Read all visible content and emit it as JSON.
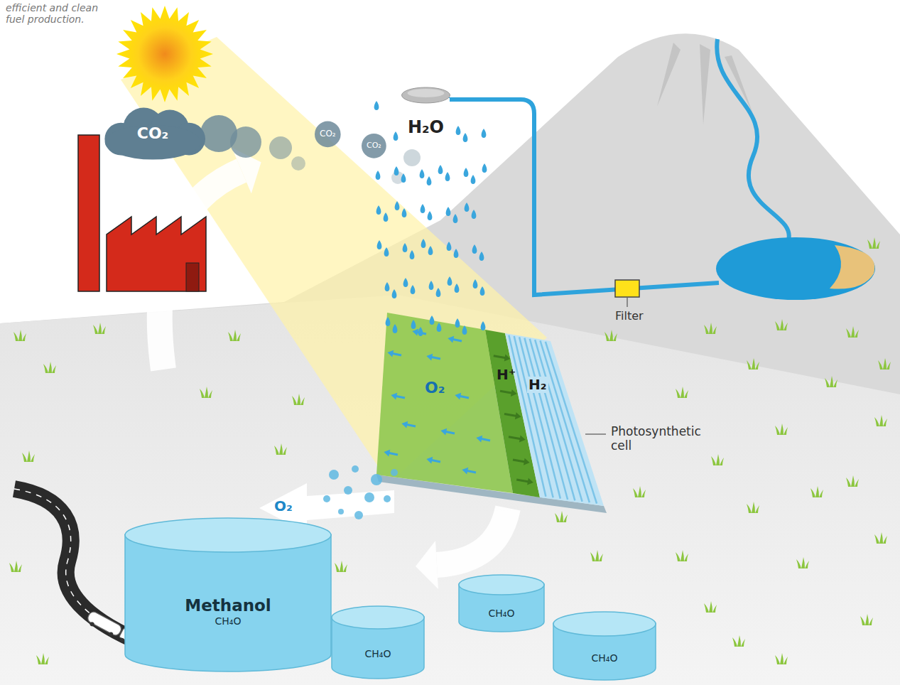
{
  "diagram": {
    "caption": "efficient and clean fuel production.",
    "nodes": [
      {
        "text": [
          "CO₂"
        ]
      },
      {
        "text": [
          "Methanol",
          "CH₄O"
        ]
      },
      {
        "text": [
          "CH₄O"
        ]
      },
      {
        "text": [
          "CH₄O"
        ]
      },
      {
        "text": [
          "CH₄O"
        ]
      }
    ],
    "labels": [
      "H₂O",
      "CO₂",
      "CO₂",
      "O₂",
      "H⁺",
      "H₂",
      "Photosynthetic cell",
      "Filter",
      "O₂"
    ]
  }
}
